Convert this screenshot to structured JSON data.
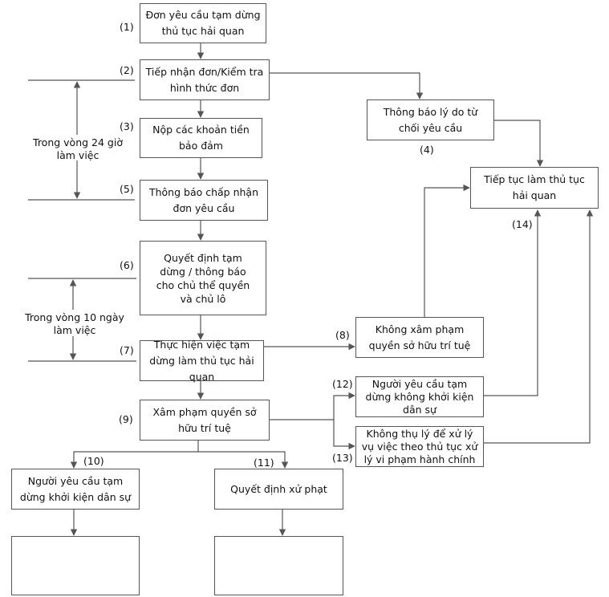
{
  "boxes": {
    "b1": "Đơn yêu cầu tạm dừng thủ tục hải quan",
    "b2": "Tiếp nhận đơn/Kiểm tra hình thức đơn",
    "b3": "Nộp các khoản tiền bảo đảm",
    "b4": "Thông báo lý do từ chối yêu cầu",
    "b5": "Thông báo chấp nhận đơn yêu cầu",
    "b6": "Quyết định tạm dừng / thông báo cho chủ thể quyền và chủ lô",
    "b7": "Thực hiện việc tạm dừng làm thủ tục hải quan",
    "b8": "Không xâm phạm quyền sở hữu trí tuệ",
    "b9": "Xâm phạm quyền sở hữu trí tuệ",
    "b10": "Người yêu cầu tạm dừng khởi kiện dân sự",
    "b11": "Quyết định xử phạt",
    "b12": "Người yêu cầu tạm dừng không khởi kiện dân sự",
    "b13": "Không thụ lý để xử lý vụ việc theo thủ tục xử lý vi phạm hành chính",
    "b14": "Tiếp tục làm thủ tục hải quan",
    "b_empty_left": "",
    "b_empty_right": ""
  },
  "numbers": {
    "n1": "(1)",
    "n2": "(2)",
    "n3": "(3)",
    "n4": "(4)",
    "n5": "(5)",
    "n6": "(6)",
    "n7": "(7)",
    "n8": "(8)",
    "n9": "(9)",
    "n10": "(10)",
    "n11": "(11)",
    "n12": "(12)",
    "n13": "(13)",
    "n14": "(14)"
  },
  "notes": {
    "within_24h": "Trong vòng 24 giờ làm việc",
    "within_10d": "Trong vòng 10 ngày làm việc"
  },
  "colors": {
    "line": "#555555",
    "box_border": "#555555"
  }
}
